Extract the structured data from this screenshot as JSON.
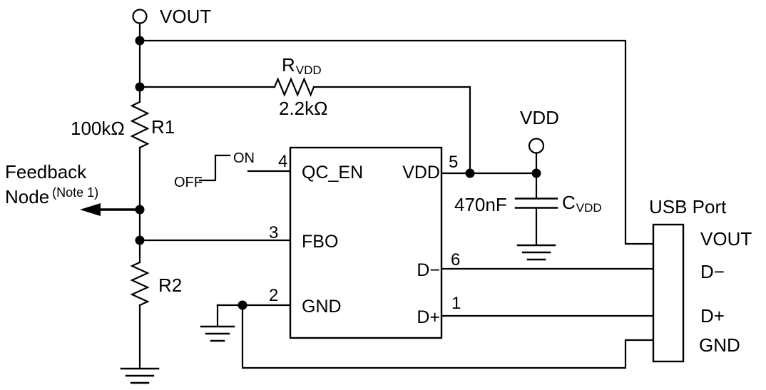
{
  "colors": {
    "line": "#000000",
    "background": "#ffffff"
  },
  "output_terminal": {
    "label": "VOUT"
  },
  "vdd_terminal": {
    "label": "VDD"
  },
  "resistors": {
    "r1": {
      "name": "R1",
      "value": "100kΩ"
    },
    "r2": {
      "name": "R2"
    },
    "rvdd": {
      "name_base": "R",
      "name_sub": "VDD",
      "value": "2.2kΩ"
    }
  },
  "capacitor": {
    "value": "470nF",
    "name_base": "C",
    "name_sub": "VDD"
  },
  "feedback_node": {
    "line1": "Feedback",
    "line2": "Node",
    "note": "(Note 1)"
  },
  "enable_switch": {
    "on": "ON",
    "off": "OFF"
  },
  "ic": {
    "pins": {
      "qc_en": {
        "num": "4",
        "label": "QC_EN"
      },
      "fbo": {
        "num": "3",
        "label": "FBO"
      },
      "gnd": {
        "num": "2",
        "label": "GND"
      },
      "vdd": {
        "num": "5",
        "label": "VDD"
      },
      "dminus": {
        "num": "6",
        "label": "D−"
      },
      "dplus": {
        "num": "1",
        "label": "D+"
      }
    }
  },
  "usb_port": {
    "title": "USB Port",
    "pins": {
      "vout": "VOUT",
      "dminus": "D−",
      "dplus": "D+",
      "gnd": "GND"
    }
  }
}
